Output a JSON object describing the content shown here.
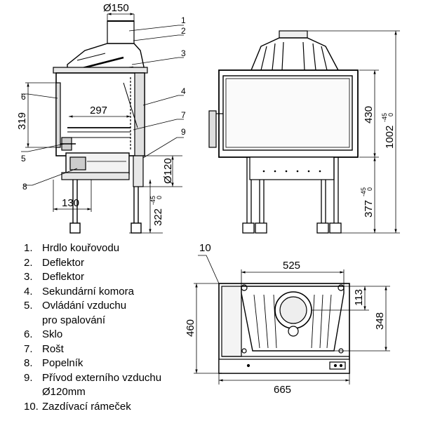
{
  "drawing": {
    "side_view": {
      "dims": {
        "flue_diameter": "Ø150",
        "inner_height": "319",
        "inner_depth": "297",
        "bottom_depth": "130",
        "air_inlet_diameter": "Ø120",
        "leg_height": "322",
        "leg_height_tol": "-45",
        "leg_height_tol2": "0"
      },
      "callouts": [
        "1",
        "2",
        "3",
        "4",
        "5",
        "6",
        "7",
        "8",
        "9"
      ]
    },
    "front_view": {
      "dims": {
        "door_height": "430",
        "total_height": "1002",
        "total_height_tol": "-45",
        "total_height_tol2": "0",
        "leg_height": "377",
        "leg_height_tol": "-45",
        "leg_height_tol2": "0"
      }
    },
    "top_view": {
      "dims": {
        "inner_width": "525",
        "outer_width": "665",
        "outer_depth": "460",
        "inner_depth": "348",
        "flue_offset": "113"
      },
      "callouts": [
        "10"
      ]
    }
  },
  "legend": [
    {
      "num": "1.",
      "text": "Hrdlo kouřovodu"
    },
    {
      "num": "2.",
      "text": "Deflektor"
    },
    {
      "num": "3.",
      "text": "Deflektor"
    },
    {
      "num": "4.",
      "text": "Sekundární komora"
    },
    {
      "num": "5.",
      "text": "Ovládání vzduchu\npro spalování"
    },
    {
      "num": "6.",
      "text": "Sklo"
    },
    {
      "num": "7.",
      "text": "Rošt"
    },
    {
      "num": "8.",
      "text": "Popelník"
    },
    {
      "num": "9.",
      "text": "Přívod externího vzduchu\nØ120mm"
    },
    {
      "num": "10.",
      "text": "Zazdívací rámeček"
    }
  ]
}
